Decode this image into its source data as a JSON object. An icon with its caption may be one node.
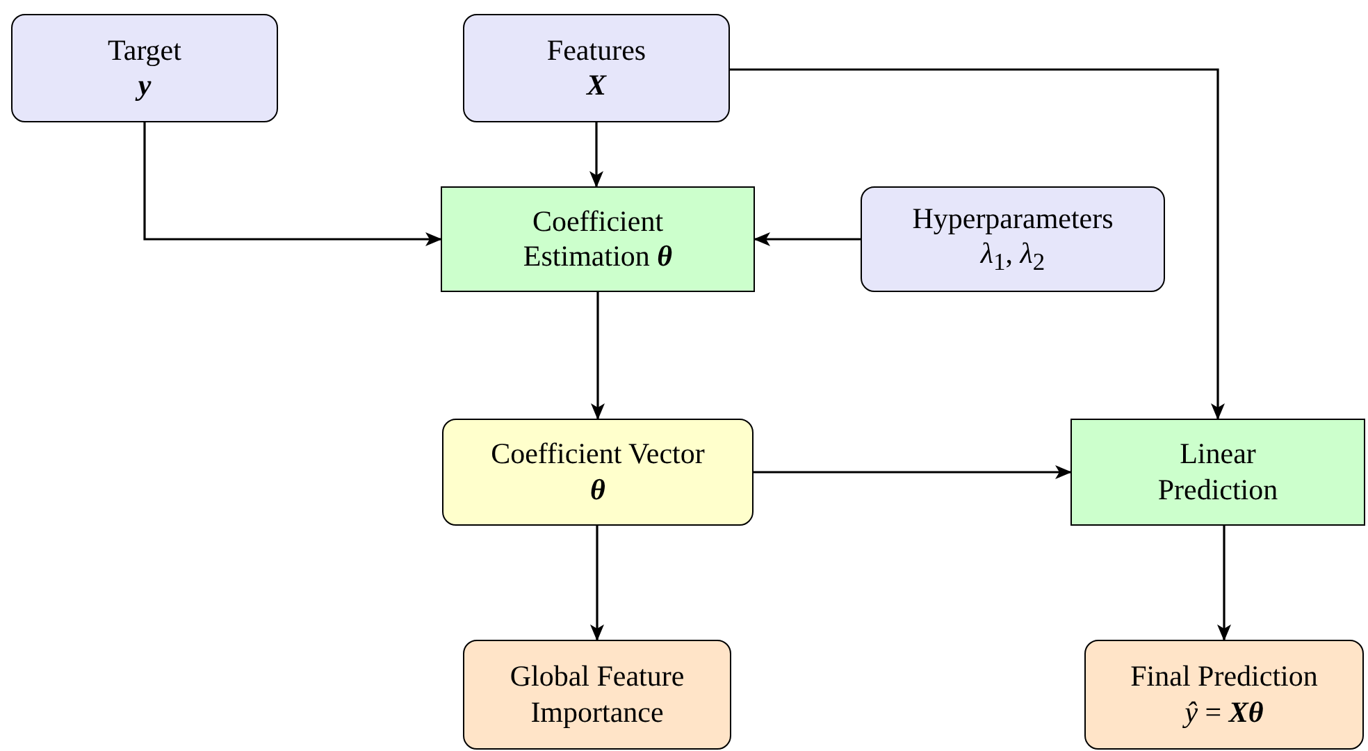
{
  "diagram": {
    "nodes": [
      {
        "text": [
          "Target",
          "**y**"
        ]
      },
      {
        "text": [
          "Features",
          "**X**"
        ]
      },
      {
        "text": [
          "Coefficient Estimation **θ**"
        ]
      },
      {
        "text": [
          "Hyperparameters",
          "*λ*$_{1}$, *λ*$_{2}$"
        ]
      },
      {
        "text": [
          "Coefficient Vector",
          "**θ**"
        ]
      },
      {
        "text": [
          "Linear Prediction"
        ]
      },
      {
        "text": [
          "Global Feature Importance"
        ]
      },
      {
        "text": [
          "Final Prediction",
          "*ŷ* = **Xθ**"
        ]
      }
    ],
    "edges": [
      {
        "from": 0,
        "to": 2,
        "arrow": "to"
      },
      {
        "from": 1,
        "to": 2,
        "arrow": "to"
      },
      {
        "from": 3,
        "to": 2,
        "arrow": "to"
      },
      {
        "from": 1,
        "to": 5,
        "arrow": "to"
      },
      {
        "from": 2,
        "to": 4,
        "arrow": "to"
      },
      {
        "from": 4,
        "to": 5,
        "arrow": "to"
      },
      {
        "from": 4,
        "to": 6,
        "arrow": "to"
      },
      {
        "from": 5,
        "to": 7,
        "arrow": "to"
      }
    ]
  }
}
